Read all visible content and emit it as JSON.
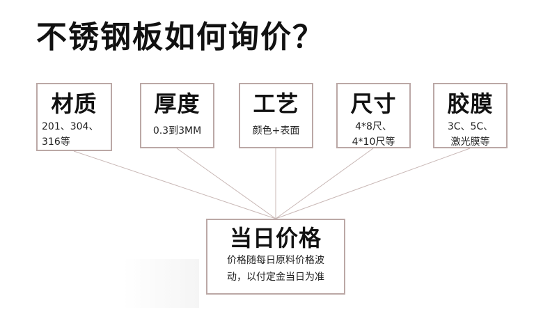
{
  "title": "不锈钢板如何询价？",
  "factors": [
    {
      "head": "材质",
      "sub": [
        "201、304、",
        "316等"
      ]
    },
    {
      "head": "厚度",
      "sub": [
        "0.3到3MM"
      ]
    },
    {
      "head": "工艺",
      "sub": [
        "颜色+表面"
      ]
    },
    {
      "head": "尺寸",
      "sub": [
        "4*8尺、",
        "4*10尺等"
      ]
    },
    {
      "head": "胶膜",
      "sub": [
        "3C、5C、",
        "激光膜等"
      ]
    }
  ],
  "center": {
    "head": "当日价格",
    "sub": [
      "价格随每日原料价格波",
      "动，以付定金当日为准"
    ]
  },
  "colors": {
    "border": "#bba8a6",
    "line": "#c9b8b6",
    "text": "#111111"
  }
}
